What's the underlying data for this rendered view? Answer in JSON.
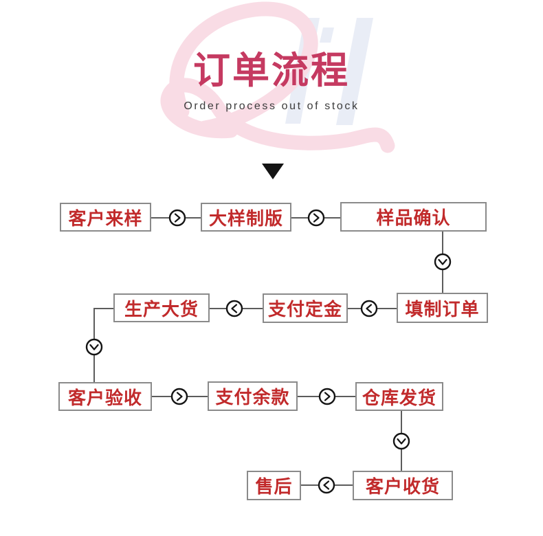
{
  "header": {
    "title": "订单流程",
    "subtitle": "Order process out of stock"
  },
  "flow": {
    "nodes": [
      {
        "label": "客户来样"
      },
      {
        "label": "大样制版"
      },
      {
        "label": "样品确认"
      },
      {
        "label": "填制订单"
      },
      {
        "label": "支付定金"
      },
      {
        "label": "生产大货"
      },
      {
        "label": "客户验收"
      },
      {
        "label": "支付余款"
      },
      {
        "label": "仓库发货"
      },
      {
        "label": "客户收货"
      },
      {
        "label": "售后"
      }
    ]
  },
  "colors": {
    "title_red": "#c53a61",
    "node_text_red": "#c12a2b",
    "node_border_gray": "#8a8a8a",
    "connector_line_gray": "#5c5c5c",
    "connector_circle_black": "#141414",
    "watermark_pink": "#f9dce5",
    "watermark_blue": "#e9edf6"
  }
}
